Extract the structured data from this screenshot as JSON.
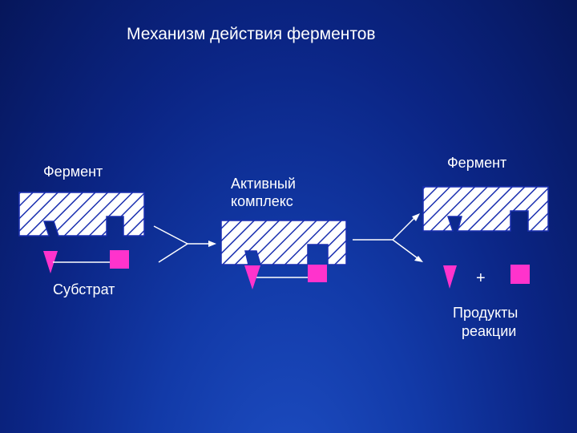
{
  "title": "Механизм действия ферментов",
  "stages": {
    "enzyme_left": {
      "label": "Фермент"
    },
    "substrate": {
      "label": "Субстрат"
    },
    "complex": {
      "label_line1": "Активный",
      "label_line2": "комплекс"
    },
    "enzyme_right": {
      "label": "Фермент"
    },
    "plus": "+",
    "products": {
      "label_line1": "Продукты",
      "label_line2": "реакции"
    }
  },
  "colors": {
    "hatch_fill": "#ffffff",
    "hatch_line": "#1a2fb0",
    "substrate_fill": "#ff33cc",
    "lines": "#ffffff"
  }
}
